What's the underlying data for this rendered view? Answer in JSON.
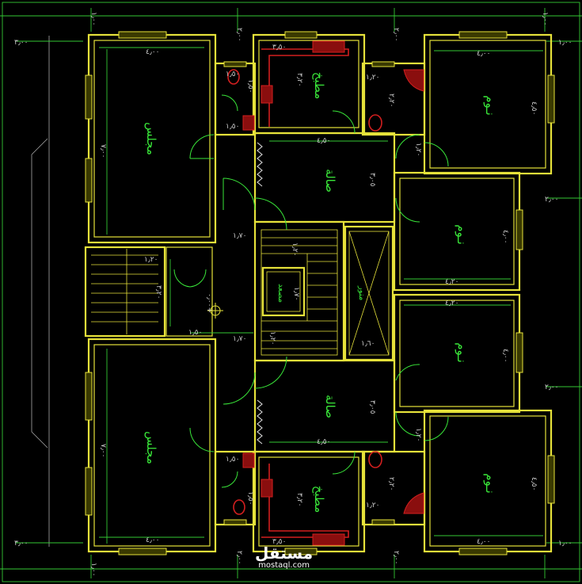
{
  "colors": {
    "background": "#000000",
    "walls": "#e6e23a",
    "dimension": "#34c834",
    "room_label": "#39e639",
    "accent_red": "#d21f1f",
    "window": "#e6e23a",
    "misc": "#d0d0d0"
  },
  "rooms": {
    "majlis_top": "مجلس",
    "majlis_bottom": "مجلس",
    "kitchen_top": "مطبخ",
    "kitchen_bottom": "مطبخ",
    "hall_top": "صالة",
    "hall_bottom": "صالة",
    "bed_1": "نـوم",
    "bed_2": "نـوم",
    "bed_3": "نـوم",
    "bed_4": "نـوم",
    "elevator": "مصعد",
    "shaft": "منور"
  },
  "dims": {
    "d_3_right_top": "٣٫٠٠",
    "d_1_left_top": "١٫٠٠",
    "d_2_top_a": "٢٫٠٠",
    "d_2_top_b": "٢٫٠٠",
    "d_1_top_c": "١٫٠٠",
    "d_1_right_top": "١٫٠٠",
    "d_3_left_bot": "٣٫٠٠",
    "d_1_left_bot": "١٫٠٠",
    "d_2_bot_a": "٢٫٠٠",
    "d_2_bot_b": "٢٫٠٠",
    "d_1_right_bot": "١٫٠٠",
    "d_2_right_mid1": "٢٫٠٠",
    "d_2_right_mid2": "٢٫٠٠",
    "majlis_top_w": "٤٫٠٠",
    "majlis_top_h": "٧٫٠٠",
    "majlis_bot_w": "٤٫٠٠",
    "majlis_bot_h": "٧٫٠٠",
    "kitchen_top_w": "٣٫٥٠",
    "kitchen_top_h": "٣٫٢٠",
    "kitchen_bot_w": "٣٫٥٠",
    "kitchen_bot_h": "٣٫٢٠",
    "wc_top_w": "١٫٥٠",
    "wc_top_h": "١٫٥٠",
    "wc_top_2": "١٫٥٠",
    "wc_bot_w": "١٫٥٠",
    "wc_bot_h": "١٫٥٠",
    "bath_top_w": "١٫٢٠",
    "bath_top_h": "٢٫٢٠",
    "bath_bot_w": "١٫٢٠",
    "bath_bot_h": "٢٫٢٠",
    "hall_top_w": "٤٫٥٠",
    "hall_top_h": "٣٫٠٥",
    "hall_bot_w": "٤٫٥٠",
    "hall_bot_h": "٣٫٠٥",
    "corr_top": "١٫٢٠",
    "corr_bot": "١٫٢٠",
    "bed1_w": "٤٫٠٠",
    "bed1_h": "٤٫٥٠",
    "bed2_w": "٤٫٢٠",
    "bed2_h": "٤٫٠٠",
    "bed3_w": "٤٫٢٠",
    "bed3_h": "٤٫٠٠",
    "bed4_w": "٤٫٠٠",
    "bed4_h": "٤٫٥٠",
    "stair_a": "١٫٧٠",
    "stair_b": "١٫٧٠",
    "stair_c": "١٫٢٠",
    "stair_d": "١٫٢٠",
    "elev_w": "١٫٧٠",
    "shaft_a": "١٫٦٠",
    "lobby_a": "١٫٢٠",
    "lobby_b": "١٫٥٠",
    "lobby_c": "٣٫٢٠",
    "level": "٠٫٠٠+"
  },
  "watermark": {
    "arabic": "مستقل",
    "latin": "mostaql.com"
  }
}
